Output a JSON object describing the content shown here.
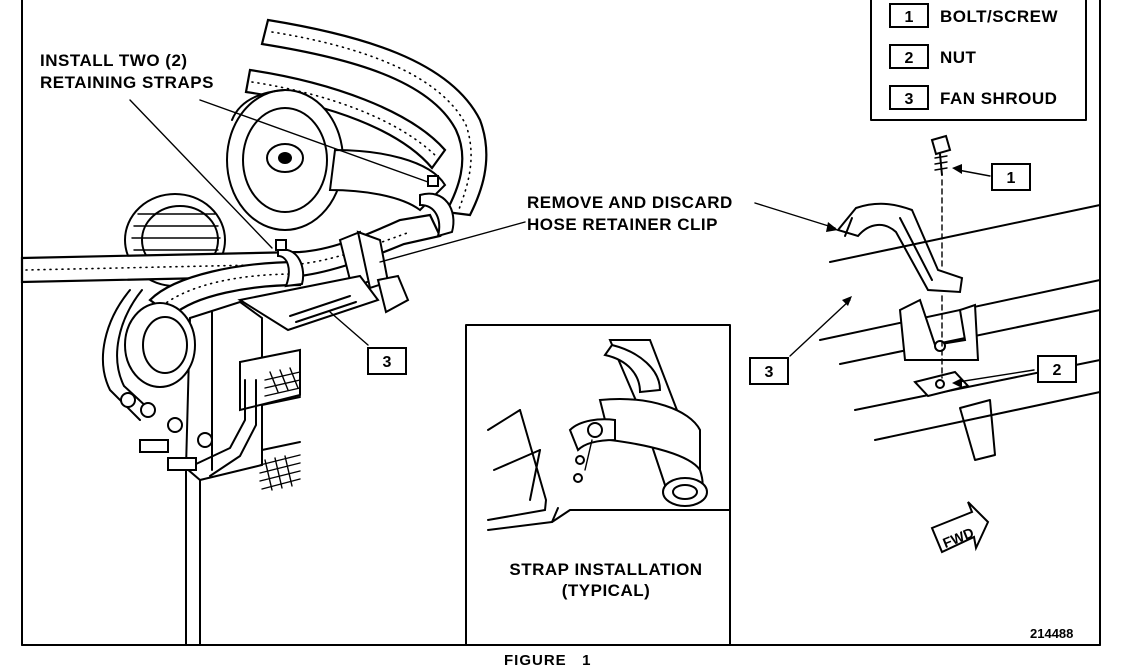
{
  "legend": {
    "items": [
      {
        "num": "1",
        "label": "BOLT/SCREW"
      },
      {
        "num": "2",
        "label": "NUT"
      },
      {
        "num": "3",
        "label": "FAN SHROUD"
      }
    ]
  },
  "annotations": {
    "install_line1": "INSTALL TWO (2)",
    "install_line2": "RETAINING STRAPS",
    "remove_line1": "REMOVE AND DISCARD",
    "remove_line2": "HOSE RETAINER CLIP"
  },
  "callouts": {
    "left_shroud": "3",
    "right_bolt": "1",
    "right_shroud": "3",
    "right_nut": "2"
  },
  "inset": {
    "caption_line1": "STRAP INSTALLATION",
    "caption_line2": "(TYPICAL)"
  },
  "direction_label": "FWD",
  "figure_number": "214488",
  "figure_caption": "FIGURE   1"
}
